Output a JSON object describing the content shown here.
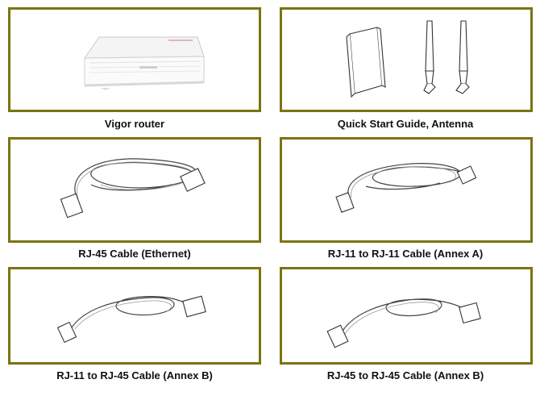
{
  "items": [
    {
      "caption": "Vigor router",
      "icon": "router-icon"
    },
    {
      "caption": "Quick Start Guide, Antenna",
      "icon": "guide-and-antenna-icon"
    },
    {
      "caption": "RJ-45 Cable (Ethernet)",
      "icon": "rj45-cable-icon"
    },
    {
      "caption": "RJ-11 to RJ-11 Cable (Annex A)",
      "icon": "rj11-cable-icon"
    },
    {
      "caption": "RJ-11 to RJ-45 Cable (Annex B)",
      "icon": "rj11-rj45-cable-icon"
    },
    {
      "caption": "RJ-45 to RJ-45 Cable (Annex B)",
      "icon": "rj45-rj45-cable-icon"
    }
  ],
  "colors": {
    "frame_border": "#7b7410"
  }
}
